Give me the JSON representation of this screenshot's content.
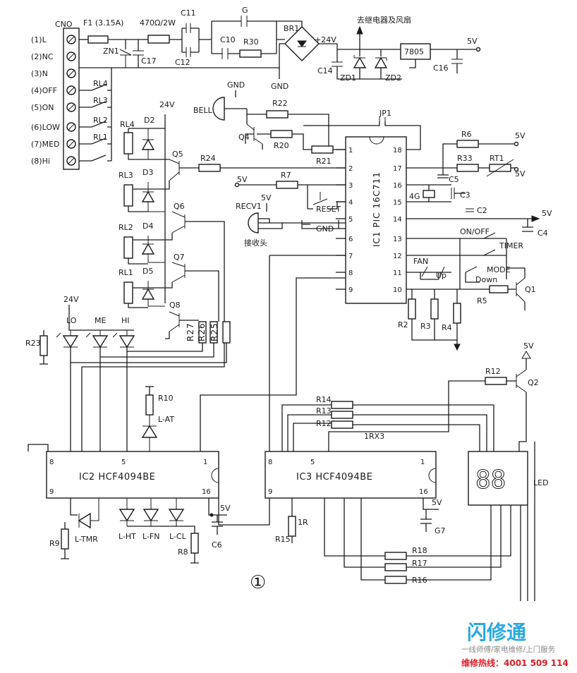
{
  "connector": {
    "name": "CNO",
    "terminals": [
      "(1)L",
      "(2)NC",
      "(3)N",
      "(4)OFF",
      "(5)ON",
      "(6)LOW",
      "(7)MED",
      "(8)Hi"
    ]
  },
  "power": {
    "fuse": "F1 (3.15A)",
    "resistor_top": "470Ω/2W",
    "relay_note": "去继电器及风扇",
    "rail_24": "+24V",
    "rail_5": "5V",
    "regulator": "7805",
    "bridge": "BR1",
    "gnd": "GND",
    "v24": "24V"
  },
  "labels": {
    "C11": "C11",
    "C12": "C12",
    "C10": "C10",
    "C14": "C14",
    "C16": "C16",
    "C17": "C17",
    "G": "G",
    "R30": "R30",
    "ZN1": "ZN1",
    "ZD1": "ZD1",
    "ZD2": "ZD2",
    "BELL": "BELL",
    "R22": "R22",
    "R20": "R20",
    "R21": "R21",
    "Q4": "Q4",
    "JP1": "JP1",
    "R7": "R7",
    "R24": "R24",
    "RECV1": "RECV1",
    "recv_cn": "接收头",
    "RESET": "RESET",
    "R6": "R6",
    "R33": "R33",
    "RT1": "RT1",
    "C5": "C5",
    "C3": "C3",
    "C2": "C2",
    "C4": "C4",
    "xtal": "4G",
    "RL4": "RL4",
    "RL3": "RL3",
    "RL2": "RL2",
    "RL1": "RL1",
    "D2": "D2",
    "D3": "D3",
    "D4": "D4",
    "D5": "D5",
    "Q5": "Q5",
    "Q6": "Q6",
    "Q7": "Q7",
    "Q8": "Q8",
    "Q1": "Q1",
    "Q2": "Q2",
    "R23": "R23",
    "R27": "R27",
    "R26": "R26",
    "R25": "R25",
    "LO": "LO",
    "ME": "ME",
    "HI": "HI",
    "R2": "R2",
    "R3": "R3",
    "R4": "R4",
    "R5": "R5",
    "ONOFF": "ON/OFF",
    "TIMER": "TIMER",
    "MODE": "MODE",
    "FAN": "FAN",
    "Up": "Up",
    "Down": "Down",
    "R10": "R10",
    "LAT": "L-AT",
    "R12_top": "R12",
    "R14": "R14",
    "R13": "R13",
    "R12": "R12",
    "RX3": "1RX3",
    "LED": "LED",
    "R9": "R9",
    "LTMR": "L-TMR",
    "LHT": "L-HT",
    "LFN": "L-FN",
    "LCL": "L-CL",
    "R8": "R8",
    "C6": "C6",
    "R1": "1R",
    "R15": "R15",
    "G7": "G7",
    "R18": "R18",
    "R17": "R17",
    "R16": "R16",
    "figure": "①"
  },
  "ic1": {
    "name": "IC1 PIC 16C711",
    "left_pins": [
      "1",
      "2",
      "3",
      "4",
      "5",
      "6",
      "7",
      "8",
      "9"
    ],
    "right_pins": [
      "18",
      "17",
      "16",
      "15",
      "14",
      "13",
      "12",
      "11",
      "10"
    ]
  },
  "ic2": {
    "name": "IC2 HCF4094BE",
    "pins": [
      "8",
      "5",
      "1",
      "9",
      "16"
    ]
  },
  "ic3": {
    "name": "IC3 HCF4094BE",
    "pins": [
      "8",
      "5",
      "1",
      "9",
      "16"
    ]
  },
  "watermark": {
    "logo": "闪修通",
    "tagline": "一线师傅/家电维修/上门服务",
    "hotline": "维修热线：4001 509 114"
  },
  "colors": {
    "ink": "#1a1a1a",
    "logo": "#2aa9e0",
    "hotline": "#e01c24"
  }
}
